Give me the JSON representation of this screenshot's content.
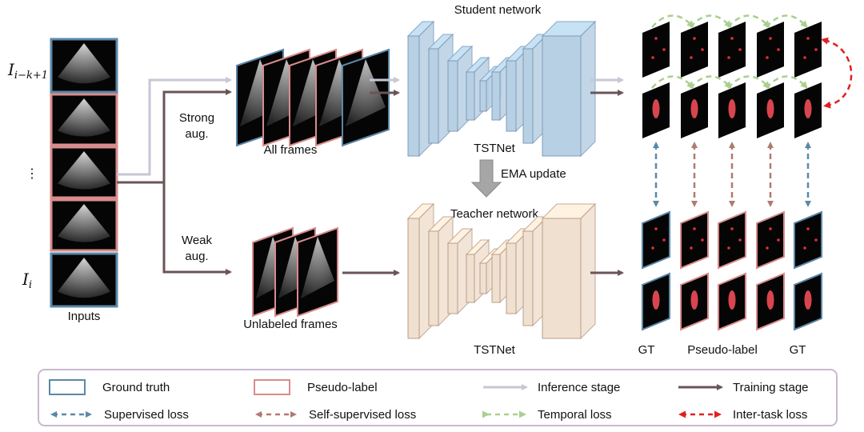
{
  "labels": {
    "input_top": "I",
    "input_top_sub": "i−k+1",
    "input_dots": "⋮",
    "input_bottom": "I",
    "input_bottom_sub": "i",
    "inputs": "Inputs",
    "strong_aug_1": "Strong",
    "strong_aug_2": "aug.",
    "weak_aug_1": "Weak",
    "weak_aug_2": "aug.",
    "all_frames": "All frames",
    "unlabeled_frames": "Unlabeled frames",
    "student_network": "Student network",
    "student_model": "TSTNet",
    "ema_update": "EMA update",
    "teacher_network": "Teacher network",
    "teacher_model": "TSTNet",
    "gt_left": "GT",
    "pseudo_label": "Pseudo-label",
    "gt_right": "GT"
  },
  "legend": [
    {
      "label": "Ground truth",
      "kind": "box",
      "color": "#5b88a8"
    },
    {
      "label": "Pseudo-label",
      "kind": "box",
      "color": "#d98c8c"
    },
    {
      "label": "Inference stage",
      "kind": "arrow",
      "color": "#c9c6d6"
    },
    {
      "label": "Training stage",
      "kind": "arrow",
      "color": "#6b5458"
    },
    {
      "label": "Supervised loss",
      "kind": "dashed-arrow",
      "color": "#5b88a8"
    },
    {
      "label": "Self-supervised loss",
      "kind": "dashed-arrow",
      "color": "#b07a72"
    },
    {
      "label": "Temporal loss",
      "kind": "dashed-arrow",
      "color": "#a9d08e"
    },
    {
      "label": "Inter-task loss",
      "kind": "dashed-arrow",
      "color": "#e02020"
    }
  ],
  "colors": {
    "ground_truth": "#5b88a8",
    "pseudo_label": "#d98c8c",
    "inference": "#c9c6d6",
    "training": "#6b5458",
    "student": "#b8d0e3",
    "teacher": "#f0e0d0",
    "temporal": "#a9d08e",
    "inter_task": "#e02020",
    "self_supervised": "#b07a72"
  },
  "input_frame_types": [
    "gt",
    "pseudo",
    "pseudo",
    "pseudo",
    "gt"
  ],
  "output_column_types": [
    "gt",
    "pseudo",
    "pseudo",
    "pseudo",
    "gt"
  ]
}
